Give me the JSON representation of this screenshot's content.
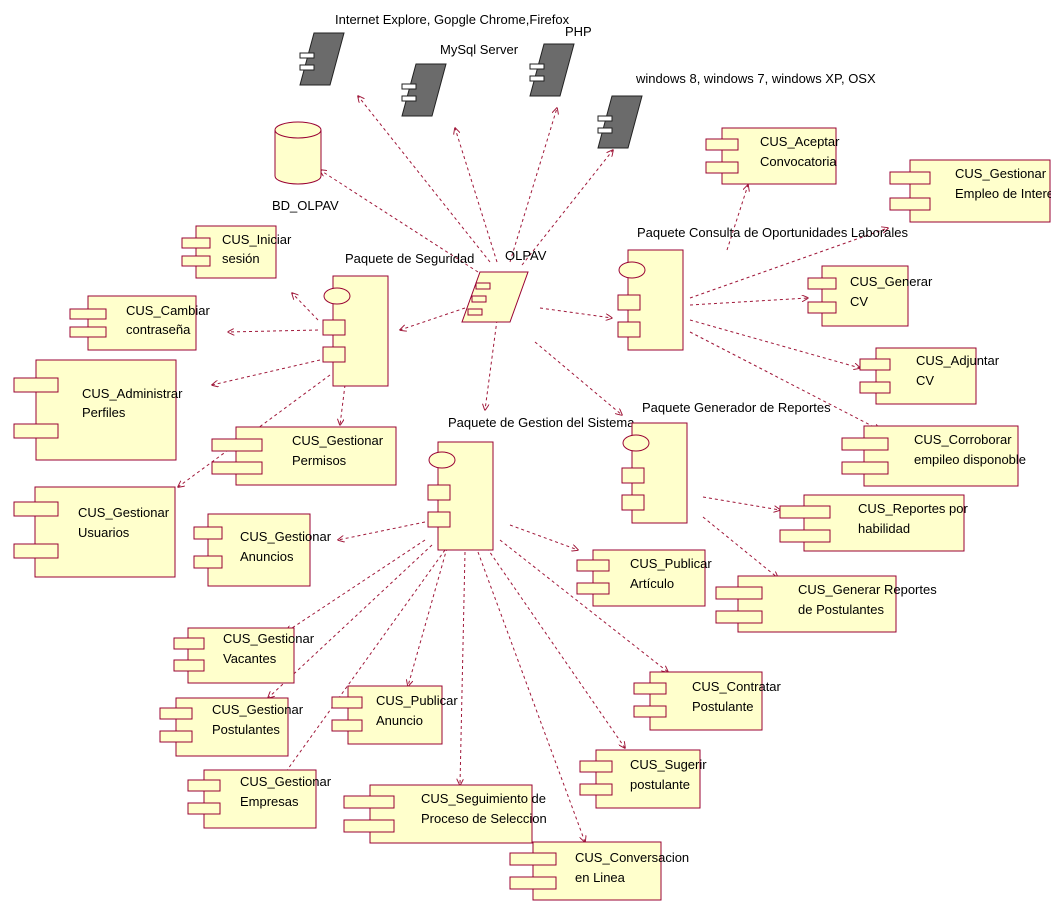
{
  "external_nodes": {
    "browsers": "Internet Explore, Gopgle Chrome,Firefox",
    "mysql": "MySql Server",
    "php": "PHP",
    "os": "windows 8, windows 7, windows XP, OSX"
  },
  "database": {
    "label": "BD_OLPAV"
  },
  "root": {
    "label": "OLPAV"
  },
  "packages": {
    "seguridad": "Paquete de Seguridad",
    "gestion": "Paquete de Gestion del Sistema",
    "consulta": "Paquete Consulta de Oportunidades Laborales",
    "reportes": "Paquete Generador de Reportes"
  },
  "components": {
    "iniciar_sesion": [
      "CUS_Iniciar",
      "sesión"
    ],
    "cambiar_contrasena": [
      "CUS_Cambiar",
      "contraseña"
    ],
    "administrar_perfiles": [
      "CUS_Administrar",
      "Perfiles"
    ],
    "gestionar_permisos": [
      "CUS_Gestionar",
      "Permisos"
    ],
    "gestionar_usuarios": [
      "CUS_Gestionar",
      "Usuarios"
    ],
    "gestionar_anuncios": [
      "CUS_Gestionar",
      "Anuncios"
    ],
    "gestionar_vacantes": [
      "CUS_Gestionar",
      "Vacantes"
    ],
    "gestionar_postulantes": [
      "CUS_Gestionar",
      "Postulantes"
    ],
    "gestionar_empresas": [
      "CUS_Gestionar",
      "Empresas"
    ],
    "publicar_anuncio": [
      "CUS_Publicar",
      "Anuncio"
    ],
    "seguimiento": [
      "CUS_Seguimiento de",
      "Proceso de Seleccion"
    ],
    "conversacion": [
      "CUS_Conversacion",
      "en Linea"
    ],
    "sugerir_postulante": [
      "CUS_Sugerir",
      "postulante"
    ],
    "contratar_postulante": [
      "CUS_Contratar",
      "Postulante"
    ],
    "publicar_articulo": [
      "CUS_Publicar",
      "Artículo"
    ],
    "generar_reportes": [
      "CUS_Generar Reportes",
      "de Postulantes"
    ],
    "reportes_habilidad": [
      "CUS_Reportes por",
      "habilidad"
    ],
    "corroborar_empleo": [
      "CUS_Corroborar",
      "empileo disponoble"
    ],
    "adjuntar_cv": [
      "CUS_Adjuntar",
      "CV"
    ],
    "generar_cv": [
      "CUS_Generar",
      "CV"
    ],
    "gestionar_empleo": [
      "CUS_Gestionar",
      "Empleo de Interes"
    ],
    "aceptar_convocatoria": [
      "CUS_Aceptar",
      "Convocatoria"
    ]
  },
  "colors": {
    "component_fill": "#ffffcc",
    "component_stroke": "#990033",
    "dependency_line": "#a0183a",
    "node_fill": "#6b6b6b"
  }
}
